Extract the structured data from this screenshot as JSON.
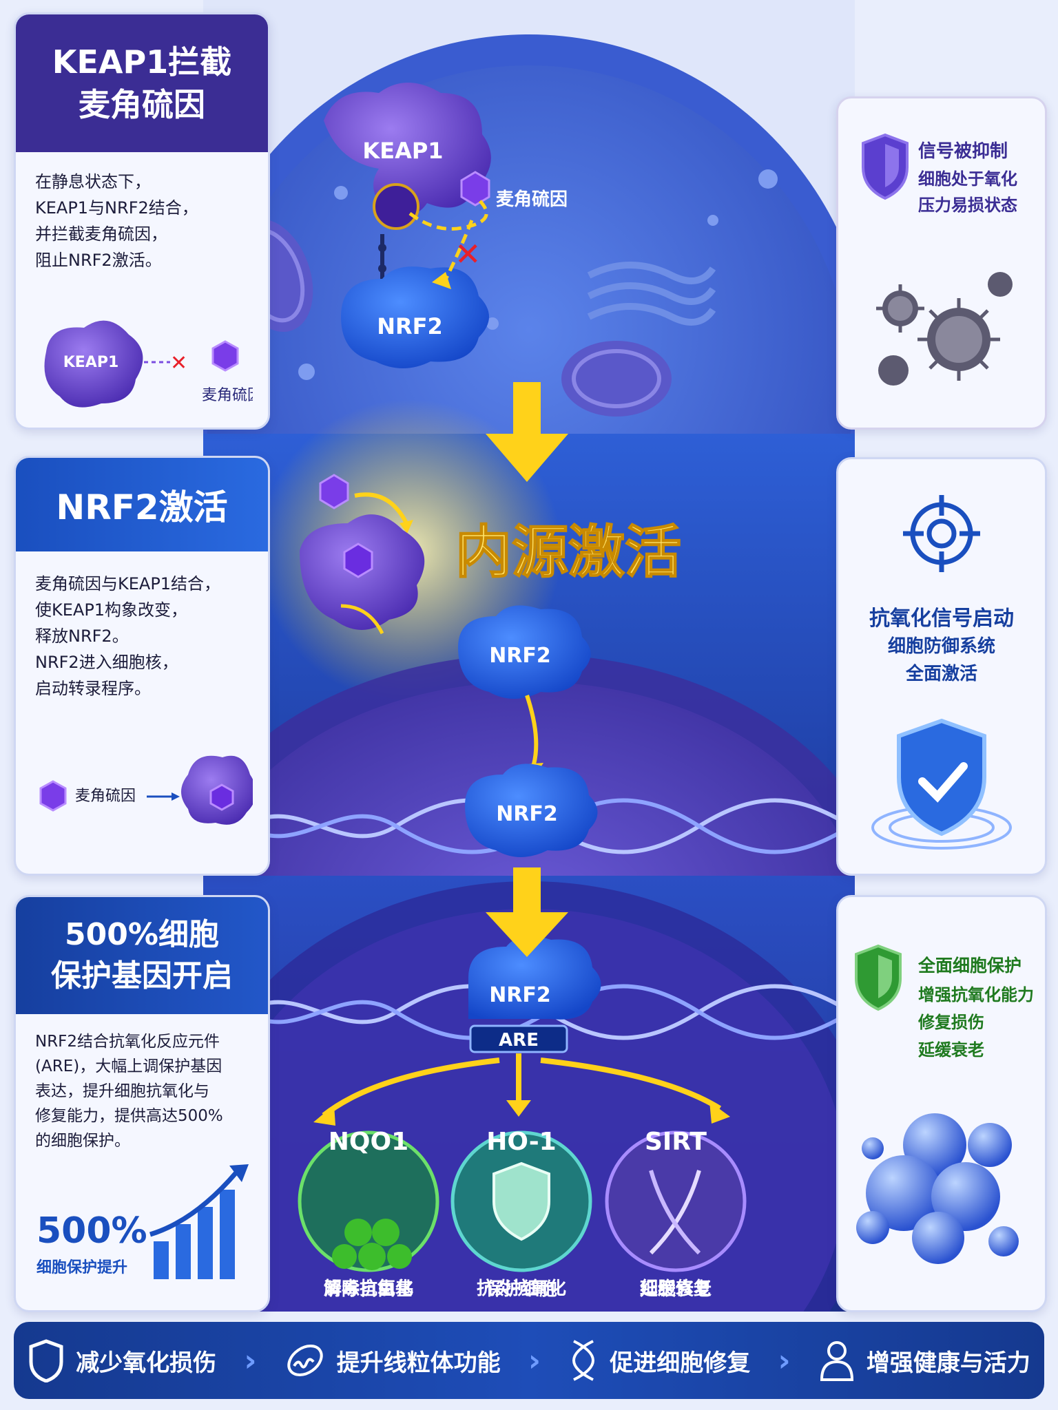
{
  "section1": {
    "title": [
      "KEAP1拦截",
      "麦角硫因"
    ],
    "lines": [
      "在静息状态下，",
      "KEAP1与NRF2结合，",
      "并拦截麦角硫因，",
      "阻止NRF2激活。"
    ],
    "illus_keap1": "KEAP1",
    "illus_erg": "麦角硫因"
  },
  "section2": {
    "title": "NRF2激活",
    "lines": [
      "麦角硫因与KEAP1结合，",
      "使KEAP1构象改变，",
      "释放NRF2。",
      "NRF2进入细胞核，",
      "启动转录程序。"
    ],
    "illus_erg": "麦角硫因"
  },
  "section3": {
    "title": [
      "500%细胞",
      "保护基因开启"
    ],
    "lines": [
      "NRF2结合抗氧化反应元件",
      "(ARE)，大幅上调保护基因",
      "表达，提升细胞抗氧化与",
      "修复能力，提供高达500%",
      "的细胞保护。"
    ],
    "stat_value": "500%",
    "stat_label": "细胞保护提升"
  },
  "center": {
    "keap1": "KEAP1",
    "nrf2": "NRF2",
    "ergothioneine": "麦角硫因",
    "activation_text": "内源激活",
    "are": "ARE",
    "genes": [
      {
        "name": "NQO1",
        "line1": "解毒抗氧化",
        "line2": "清除自由基"
      },
      {
        "name": "HO-1",
        "line1": "抗炎抗氧化",
        "line2": "保护细胞"
      },
      {
        "name": "SIRT",
        "line1": "细胞修复",
        "line2": "延缓衰老"
      }
    ]
  },
  "right1": {
    "title": "信号被抑制",
    "lines": [
      "细胞处于氧化",
      "压力易损状态"
    ]
  },
  "right2": {
    "title": "抗氧化信号启动",
    "lines": [
      "细胞防御系统",
      "全面激活"
    ]
  },
  "right3": {
    "title": "全面细胞保护",
    "lines": [
      "增强抗氧化能力",
      "修复损伤",
      "延缓衰老"
    ]
  },
  "bottom_bar": [
    "减少氧化损伤",
    "提升线粒体功能",
    "促进细胞修复",
    "增强健康与活力"
  ],
  "colors": {
    "purple_head": "#3b2d94",
    "blue_head": "#1a4fbf",
    "yellow": "#ffd21a",
    "cell_blue": "#2f55c9",
    "green": "#2f9a33"
  },
  "icons": [
    "shield-icon",
    "virus-icon",
    "target-icon",
    "check-shield-icon",
    "green-shield-icon",
    "bubbles-icon",
    "mitochondria-icon",
    "dna-icon",
    "person-icon",
    "bar-chart-icon"
  ]
}
